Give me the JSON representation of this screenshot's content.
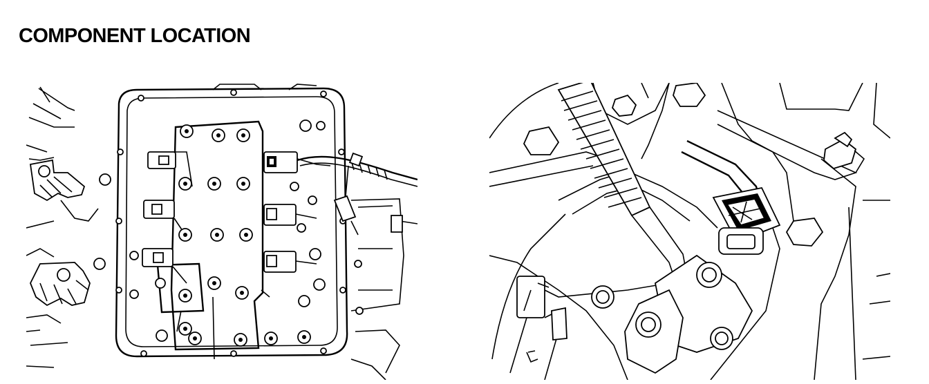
{
  "heading": "COMPONENT LOCATION",
  "figures": [
    {
      "icon": "valve-body-illustration"
    },
    {
      "icon": "shift-solenoid-connector-illustration"
    }
  ]
}
